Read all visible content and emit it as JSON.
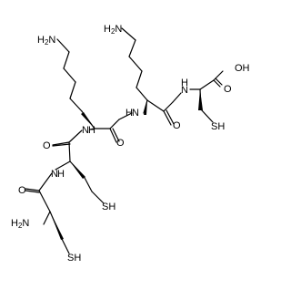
{
  "diagram": {
    "type": "skeletal-structure",
    "colors": {
      "bond": "#000000",
      "text": "#000000",
      "background": "#ffffff"
    },
    "labels": {
      "lys1_amine": {
        "main": "H",
        "sub": "2",
        "tail": "N"
      },
      "lys2_amine": {
        "main": "H",
        "sub": "2",
        "tail": "N"
      },
      "nterm_amine": {
        "main": "H",
        "sub": "2",
        "tail": "N"
      },
      "acid_oh": "OH",
      "acid_o": "O",
      "amide_o_1": "O",
      "amide_o_2": "O",
      "amide_o_3": "O",
      "amide_n_1": "N",
      "amide_n_2": "N",
      "amide_n_3": "N",
      "amide_h_1": "H",
      "amide_h_2": "H",
      "amide_h_3": "H",
      "sh_1": "SH",
      "sh_2": "SH",
      "sh_3": "SH"
    }
  }
}
